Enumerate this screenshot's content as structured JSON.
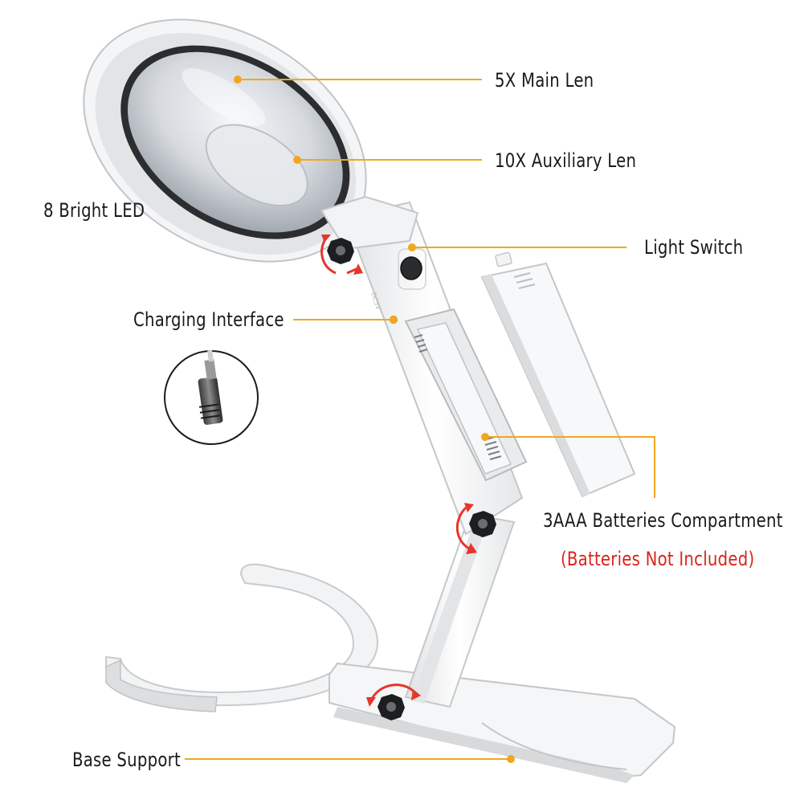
{
  "labels": {
    "main_lens": "5X Main Len",
    "aux_lens": "10X Auxiliary Len",
    "led": "8 Bright LED",
    "light_switch": "Light Switch",
    "charging": "Charging Interface",
    "batteries": "3AAA Batteries Compartment",
    "batteries_note": "(Batteries Not Included)",
    "base": "Base Support"
  },
  "colors": {
    "leader_line": "#f0a81e",
    "note_text": "#d8241e",
    "rotation_arrow": "#e8352a",
    "body_white": "#f7f7f7",
    "body_shadow": "#c9cbcd"
  },
  "icons": [
    "rotation-arrow-icon",
    "dc-plug-icon"
  ]
}
